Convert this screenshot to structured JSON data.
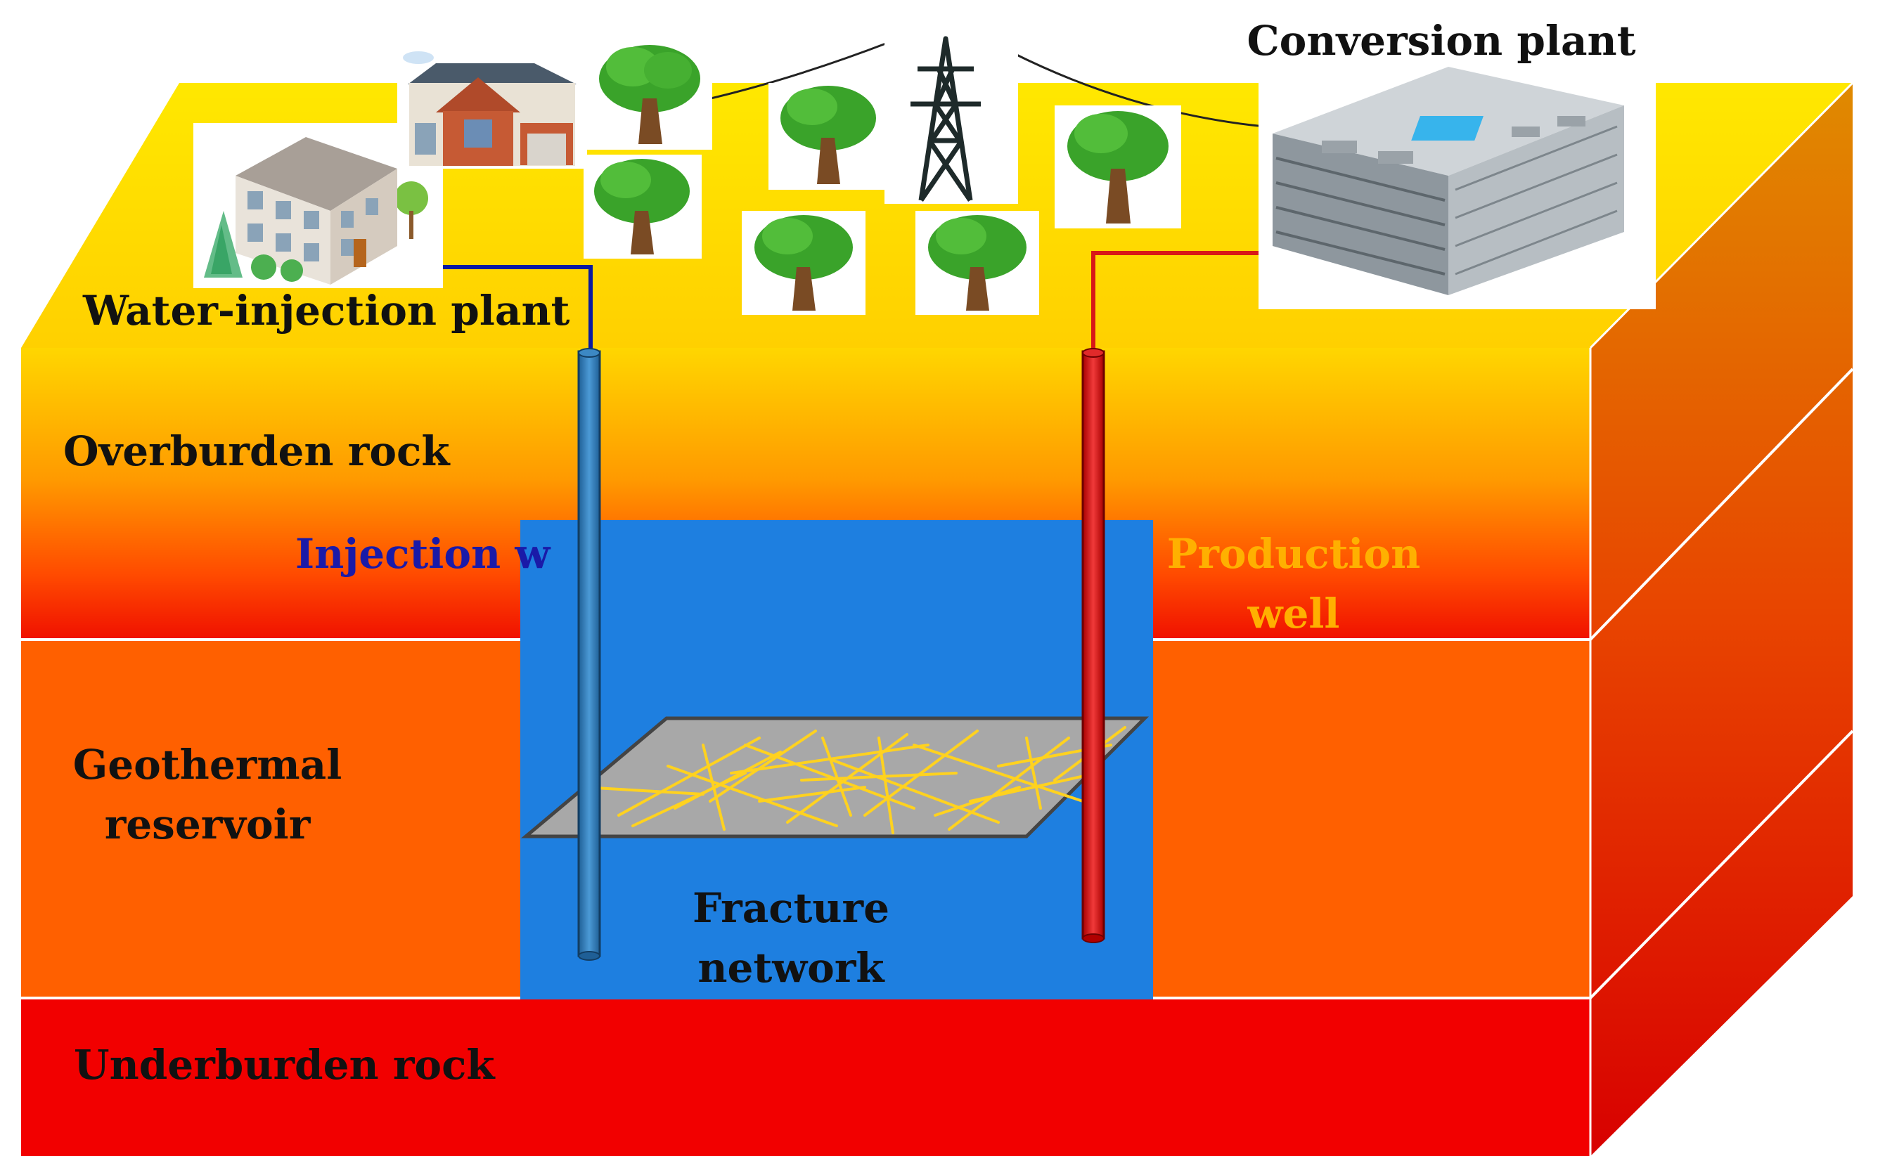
{
  "labels": {
    "conversion_plant": "Conversion plant",
    "water_injection_plant": "Water-injection plant",
    "overburden_rock": "Overburden rock",
    "injection_well": "Injection w",
    "production_well_line1": "Production",
    "production_well_line2": "well",
    "geothermal_reservoir_line1": "Geothermal",
    "geothermal_reservoir_line2": "reservoir",
    "fracture_network_line1": "Fracture",
    "fracture_network_line2": "network",
    "underburden_rock": "Underburden rock"
  },
  "colors": {
    "surface_top": "#ffe600",
    "overburden": "#ffb300",
    "reservoir": "#ff5a00",
    "underburden": "#f20000",
    "reservoir_block": "#1e7fe0",
    "injection_well": "#2a6fa8",
    "production_well": "#d81818",
    "injection_label": "#1a1aa8",
    "production_label": "#ffb000",
    "fracture_plane": "#a8a8a8",
    "fractures": "#ffd21f",
    "text": "#111111"
  },
  "icons": [
    "house-icon",
    "residential-building-icon",
    "tree-icon",
    "power-tower-icon",
    "conversion-plant-icon"
  ]
}
